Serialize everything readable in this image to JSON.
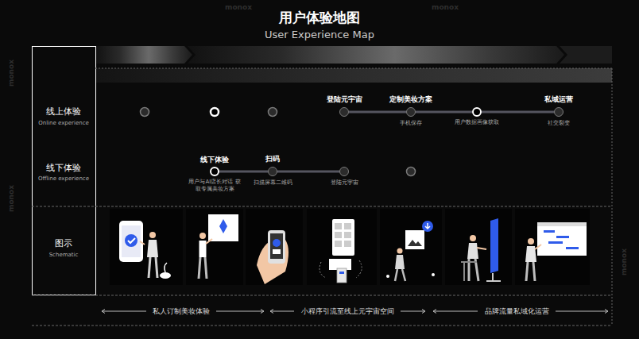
{
  "diagram": {
    "title": "用户体验地图",
    "nodes": [
      {
        "text": [
          "登陆元宇宙"
        ]
      },
      {
        "text": [
          "定制美妆方案",
          "手机保存"
        ]
      },
      {
        "text": [
          "用户数据画像获取"
        ]
      },
      {
        "text": [
          "私域运营",
          "社交裂变"
        ]
      },
      {
        "text": [
          "线下体验",
          "用户与AI店长对话 获取专属美妆方案"
        ]
      },
      {
        "text": [
          "扫码",
          "扫描屏幕二维码"
        ]
      },
      {
        "text": [
          "登陆元宇宙"
        ]
      }
    ],
    "edges": [
      {
        "from": 0,
        "to": 1,
        "arrow": "none"
      },
      {
        "from": 1,
        "to": 2,
        "arrow": "none"
      },
      {
        "from": 2,
        "to": 3,
        "arrow": "none"
      },
      {
        "from": 4,
        "to": 5,
        "arrow": "none"
      },
      {
        "from": 5,
        "to": 6,
        "arrow": "none"
      }
    ],
    "labels": [
      "User Experience Map",
      "线上体验",
      "Online experience",
      "线下体验",
      "Offline experience",
      "图示",
      "Schematic",
      "私人订制美妆体验",
      "小程序引流至线上元宇宙空间",
      "品牌流量私域化运营",
      "monox",
      "monox",
      "monox",
      "monox",
      "monox"
    ]
  }
}
